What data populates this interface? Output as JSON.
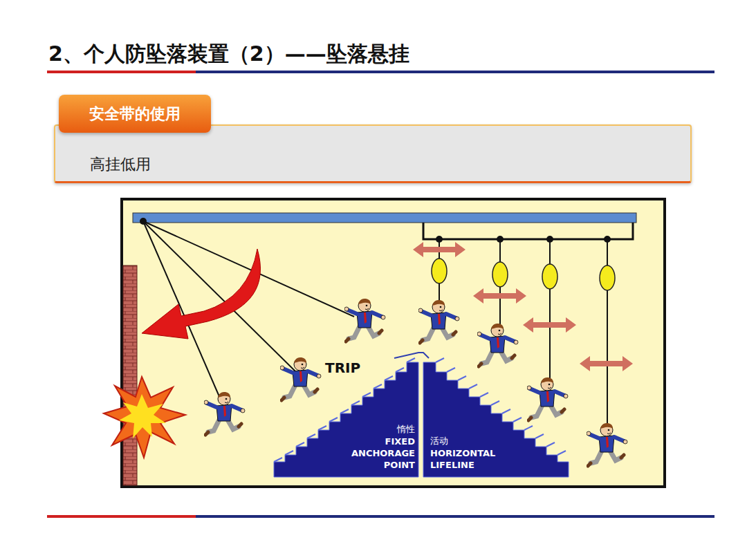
{
  "diagram": {
    "title": "2、个人防坠落装置（2）——坠落悬挂",
    "nodes": [
      {
        "text": [
          "安全带的使用",
          "高挂低用"
        ]
      },
      {
        "text": [
          "惰性",
          "FIXED ANCHORAGE POINT"
        ]
      },
      {
        "text": [
          "活动",
          "HORIZONTAL LIFELINE"
        ]
      }
    ],
    "labels": [
      "TRIP"
    ]
  }
}
